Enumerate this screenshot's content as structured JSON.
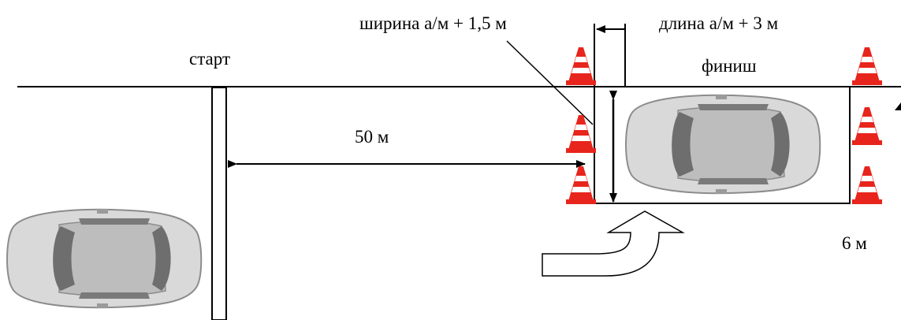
{
  "labels": {
    "width_dim": "ширина а/м + 1,5 м",
    "length_dim": "длина а/м + 3 м",
    "start": "старт",
    "finish": "финиш",
    "distance": "50 м",
    "depth": "6 м"
  },
  "colors": {
    "line": "#000000",
    "cone_body": "#e8251c",
    "cone_stripe": "#ffffff",
    "car_body": "#d9d9d9",
    "car_glass": "#6e6e6e",
    "arrow_fill": "#ffffff"
  },
  "icons": {
    "cone": "traffic-cone-icon",
    "car": "car-top-view-icon",
    "turn_arrow": "turn-arrow-icon"
  }
}
